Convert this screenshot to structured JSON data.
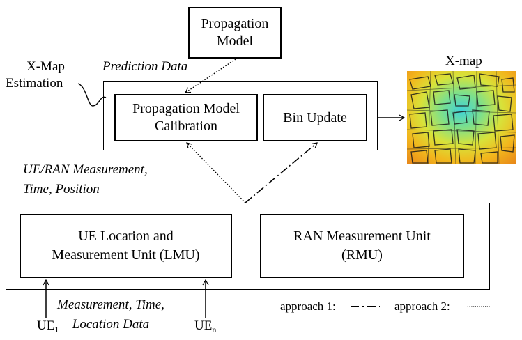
{
  "propagation_model": {
    "line1": "Propagation",
    "line2": "Model"
  },
  "prediction_data_label": "Prediction Data",
  "xmap_estimation_label": {
    "line1": "X-Map",
    "line2": "Estimation"
  },
  "calibration_box": {
    "line1": "Propagation Model",
    "line2": "Calibration"
  },
  "bin_update_box": {
    "label": "Bin Update"
  },
  "xmap_title": "X-map",
  "ue_ran_label": {
    "line1": "UE/RAN Measurement,",
    "line2": "Time, Position"
  },
  "lmu_box": {
    "line1": "UE Location and",
    "line2": "Measurement Unit (LMU)"
  },
  "rmu_box": {
    "line1": "RAN Measurement Unit",
    "line2": "(RMU)"
  },
  "measurement_label": {
    "line1": "Measurement, Time,",
    "line2": "Location Data"
  },
  "ue1": {
    "base": "UE",
    "sub": "1"
  },
  "uen": {
    "base": "UE",
    "sub": "n"
  },
  "legend": {
    "approach1": "approach 1:",
    "approach2": "approach 2:"
  }
}
